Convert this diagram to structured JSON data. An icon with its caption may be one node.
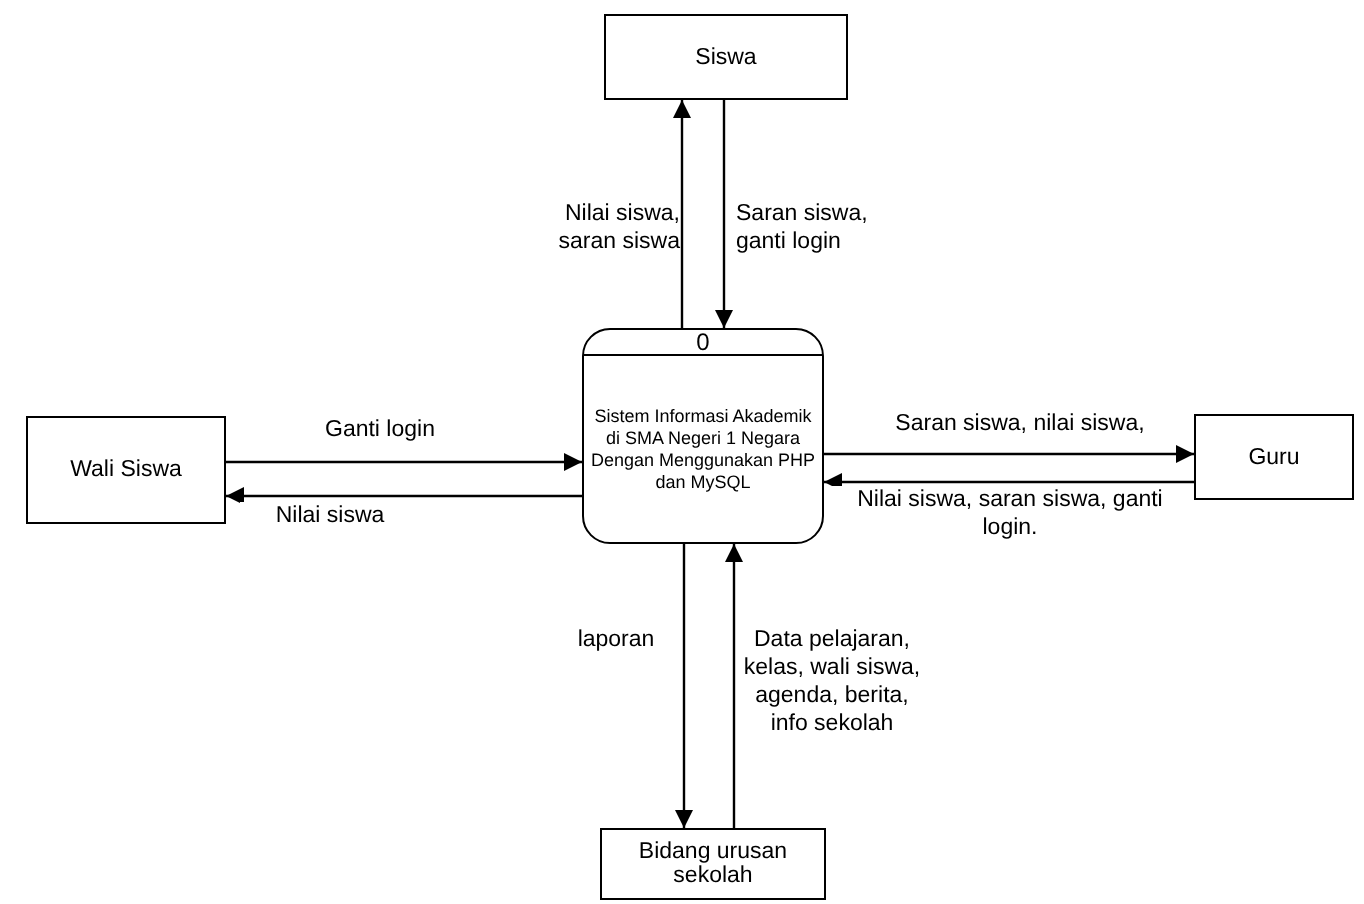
{
  "diagram": {
    "nodes": [
      {
        "text": [
          "Siswa"
        ]
      },
      {
        "text": [
          "0",
          "Sistem Informasi Akademik di SMA Negeri 1 Negara Dengan Menggunakan PHP dan MySQL"
        ]
      },
      {
        "text": [
          "Wali Siswa"
        ]
      },
      {
        "text": [
          "Guru"
        ]
      },
      {
        "text": [
          "Bidang urusan sekolah"
        ]
      }
    ],
    "edges": [
      {
        "from": 1,
        "to": 0,
        "arrow": "to",
        "label": "Nilai siswa, saran siswa"
      },
      {
        "from": 0,
        "to": 1,
        "arrow": "to",
        "label": "Saran siswa, ganti login"
      },
      {
        "from": 2,
        "to": 1,
        "arrow": "to",
        "label": "Ganti login"
      },
      {
        "from": 1,
        "to": 2,
        "arrow": "to",
        "label": "Nilai siswa"
      },
      {
        "from": 1,
        "to": 3,
        "arrow": "to",
        "label": "Saran siswa, nilai siswa,"
      },
      {
        "from": 3,
        "to": 1,
        "arrow": "to",
        "label": "Nilai siswa, saran siswa, ganti login."
      },
      {
        "from": 1,
        "to": 4,
        "arrow": "to",
        "label": "laporan"
      },
      {
        "from": 4,
        "to": 1,
        "arrow": "to",
        "label": "Data pelajaran, kelas, wali siswa, agenda, berita, info sekolah"
      }
    ]
  }
}
